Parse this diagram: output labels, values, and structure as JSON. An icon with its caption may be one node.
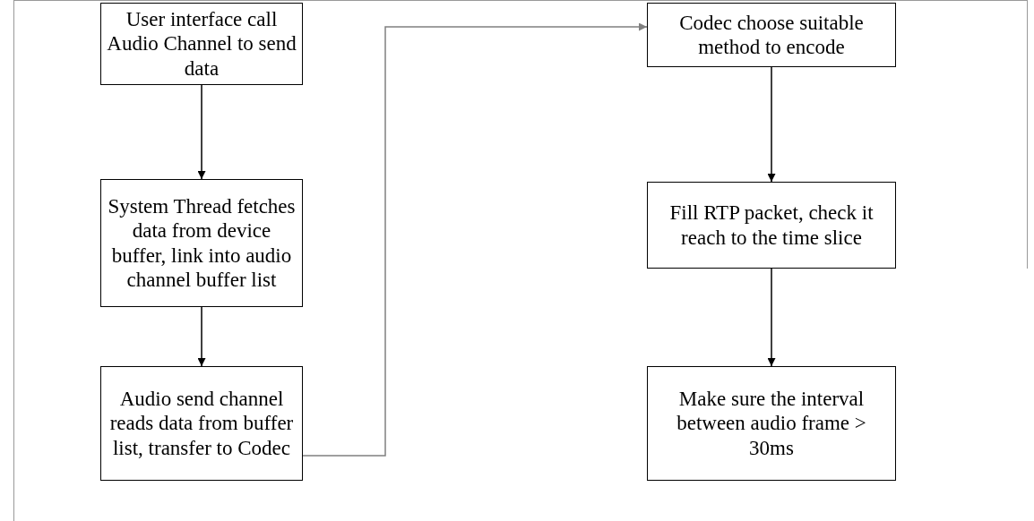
{
  "diagram": {
    "nodes": [
      {
        "text": [
          "User interface call Audio Channel to send data"
        ]
      },
      {
        "text": [
          "System Thread fetches data from device buffer, link into audio channel buffer list"
        ]
      },
      {
        "text": [
          "Audio send channel reads data from buffer list, transfer to Codec"
        ]
      },
      {
        "text": [
          "Codec choose suitable method to encode"
        ]
      },
      {
        "text": [
          "Fill RTP packet, check it reach to the time slice"
        ]
      },
      {
        "text": [
          "Make sure the interval between audio frame > 30ms"
        ]
      }
    ],
    "edges": [
      {
        "from": 0,
        "to": 1,
        "arrow": "to"
      },
      {
        "from": 1,
        "to": 2,
        "arrow": "to"
      },
      {
        "from": 2,
        "to": 3,
        "arrow": "to",
        "color": "#808080"
      },
      {
        "from": 3,
        "to": 4,
        "arrow": "to"
      },
      {
        "from": 4,
        "to": 5,
        "arrow": "to"
      }
    ]
  }
}
